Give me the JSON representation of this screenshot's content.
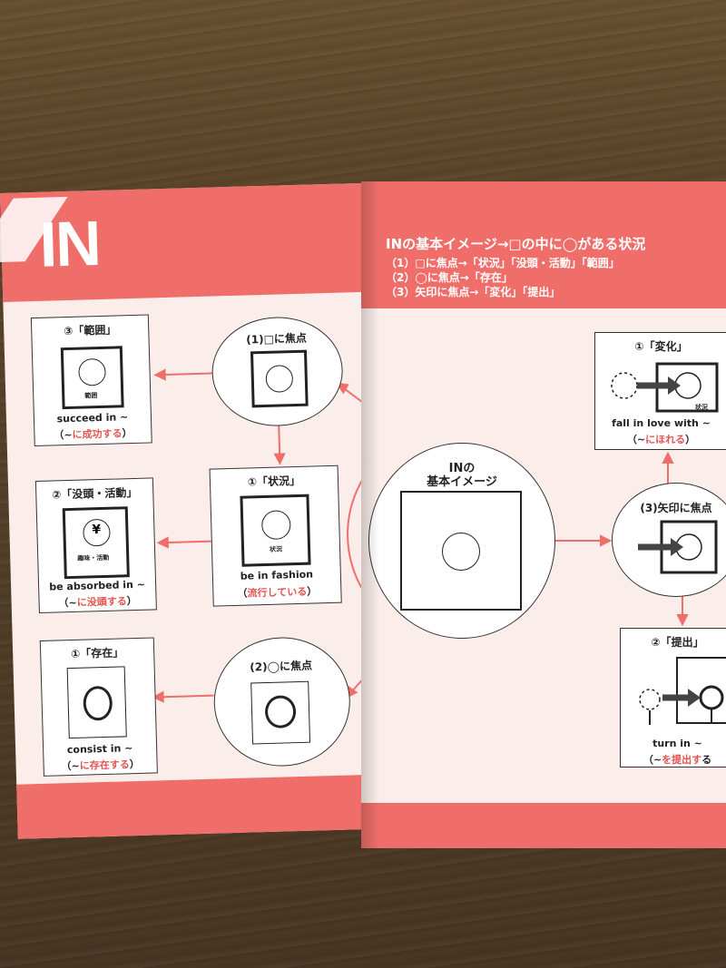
{
  "book": {
    "title": "IN",
    "header": {
      "main": "INの基本イメージ→□の中に◯がある状況",
      "line1": "（1）□に焦点→「状況」「没頭・活動」「範囲」",
      "line2": "（2）◯に焦点→「存在」",
      "line3": "（3）矢印に焦点→「変化」「提出」"
    },
    "center": {
      "line1": "INの",
      "line2": "基本イメージ"
    },
    "focus_square": {
      "title": "(1)□に焦点"
    },
    "focus_circle": {
      "title": "(2)◯に焦点"
    },
    "focus_arrow": {
      "title": "(3)矢印に焦点"
    },
    "range_box": {
      "title": "③「範囲」",
      "inner": "範囲",
      "en": "succeed in ~",
      "jp_open": "（~",
      "jp_red": "に成功する",
      "jp_close": "）"
    },
    "situation_box": {
      "title": "①「状況」",
      "inner": "状況",
      "en": "be in fashion",
      "jp_open": "（",
      "jp_red": "流行している",
      "jp_close": "）"
    },
    "absorb_box": {
      "title": "②「没頭・活動」",
      "inner": "趣味・活動",
      "en": "be absorbed in ~",
      "jp_open": "（~",
      "jp_red": "に没頭する",
      "jp_close": "）"
    },
    "exist_box": {
      "title": "①「存在」",
      "en": "consist in ~",
      "jp_open": "（~",
      "jp_red": "に存在する",
      "jp_close": "）"
    },
    "change_box": {
      "title": "①「変化」",
      "inner": "状況",
      "en": "fall in love with ~",
      "jp_open": "（~",
      "jp_red": "にほれる",
      "jp_close": "）"
    },
    "submit_box": {
      "title": "②「提出」",
      "en": "turn in ~",
      "jp_open": "（~",
      "jp_red": "を提出す",
      "jp_close": "る"
    }
  },
  "colors": {
    "accent": "#ef6e6a",
    "accent_text": "#e4544f",
    "paper": "#fbeeea",
    "wood": "#5c4529"
  }
}
